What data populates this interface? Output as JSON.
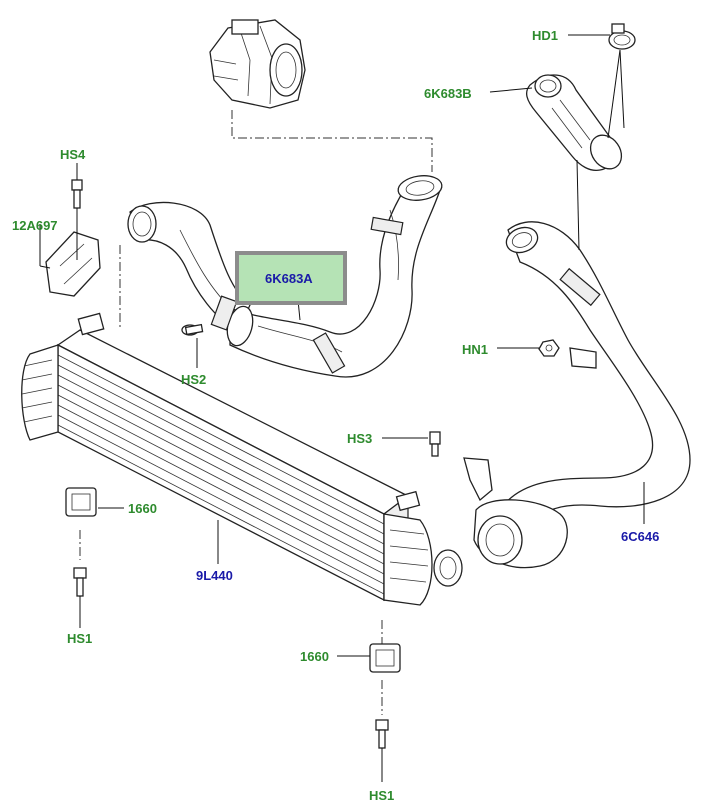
{
  "labels": {
    "hd1": "HD1",
    "p6k683b": "6K683B",
    "hs4": "HS4",
    "p12a697": "12A697",
    "p6k683a": "6K683A",
    "hs2": "HS2",
    "hn1": "HN1",
    "hs3": "HS3",
    "p1660_left": "1660",
    "p9l440": "9L440",
    "p6c646": "6C646",
    "hs1_left": "HS1",
    "p1660_bottom": "1660",
    "hs1_bottom": "HS1"
  },
  "colors": {
    "label_green": "#2e8b2e",
    "label_blue": "#1a1aa8",
    "highlight_fill": "#b5e3b5",
    "highlight_border": "#8c8c8c"
  },
  "highlighted_part": "6K683A"
}
